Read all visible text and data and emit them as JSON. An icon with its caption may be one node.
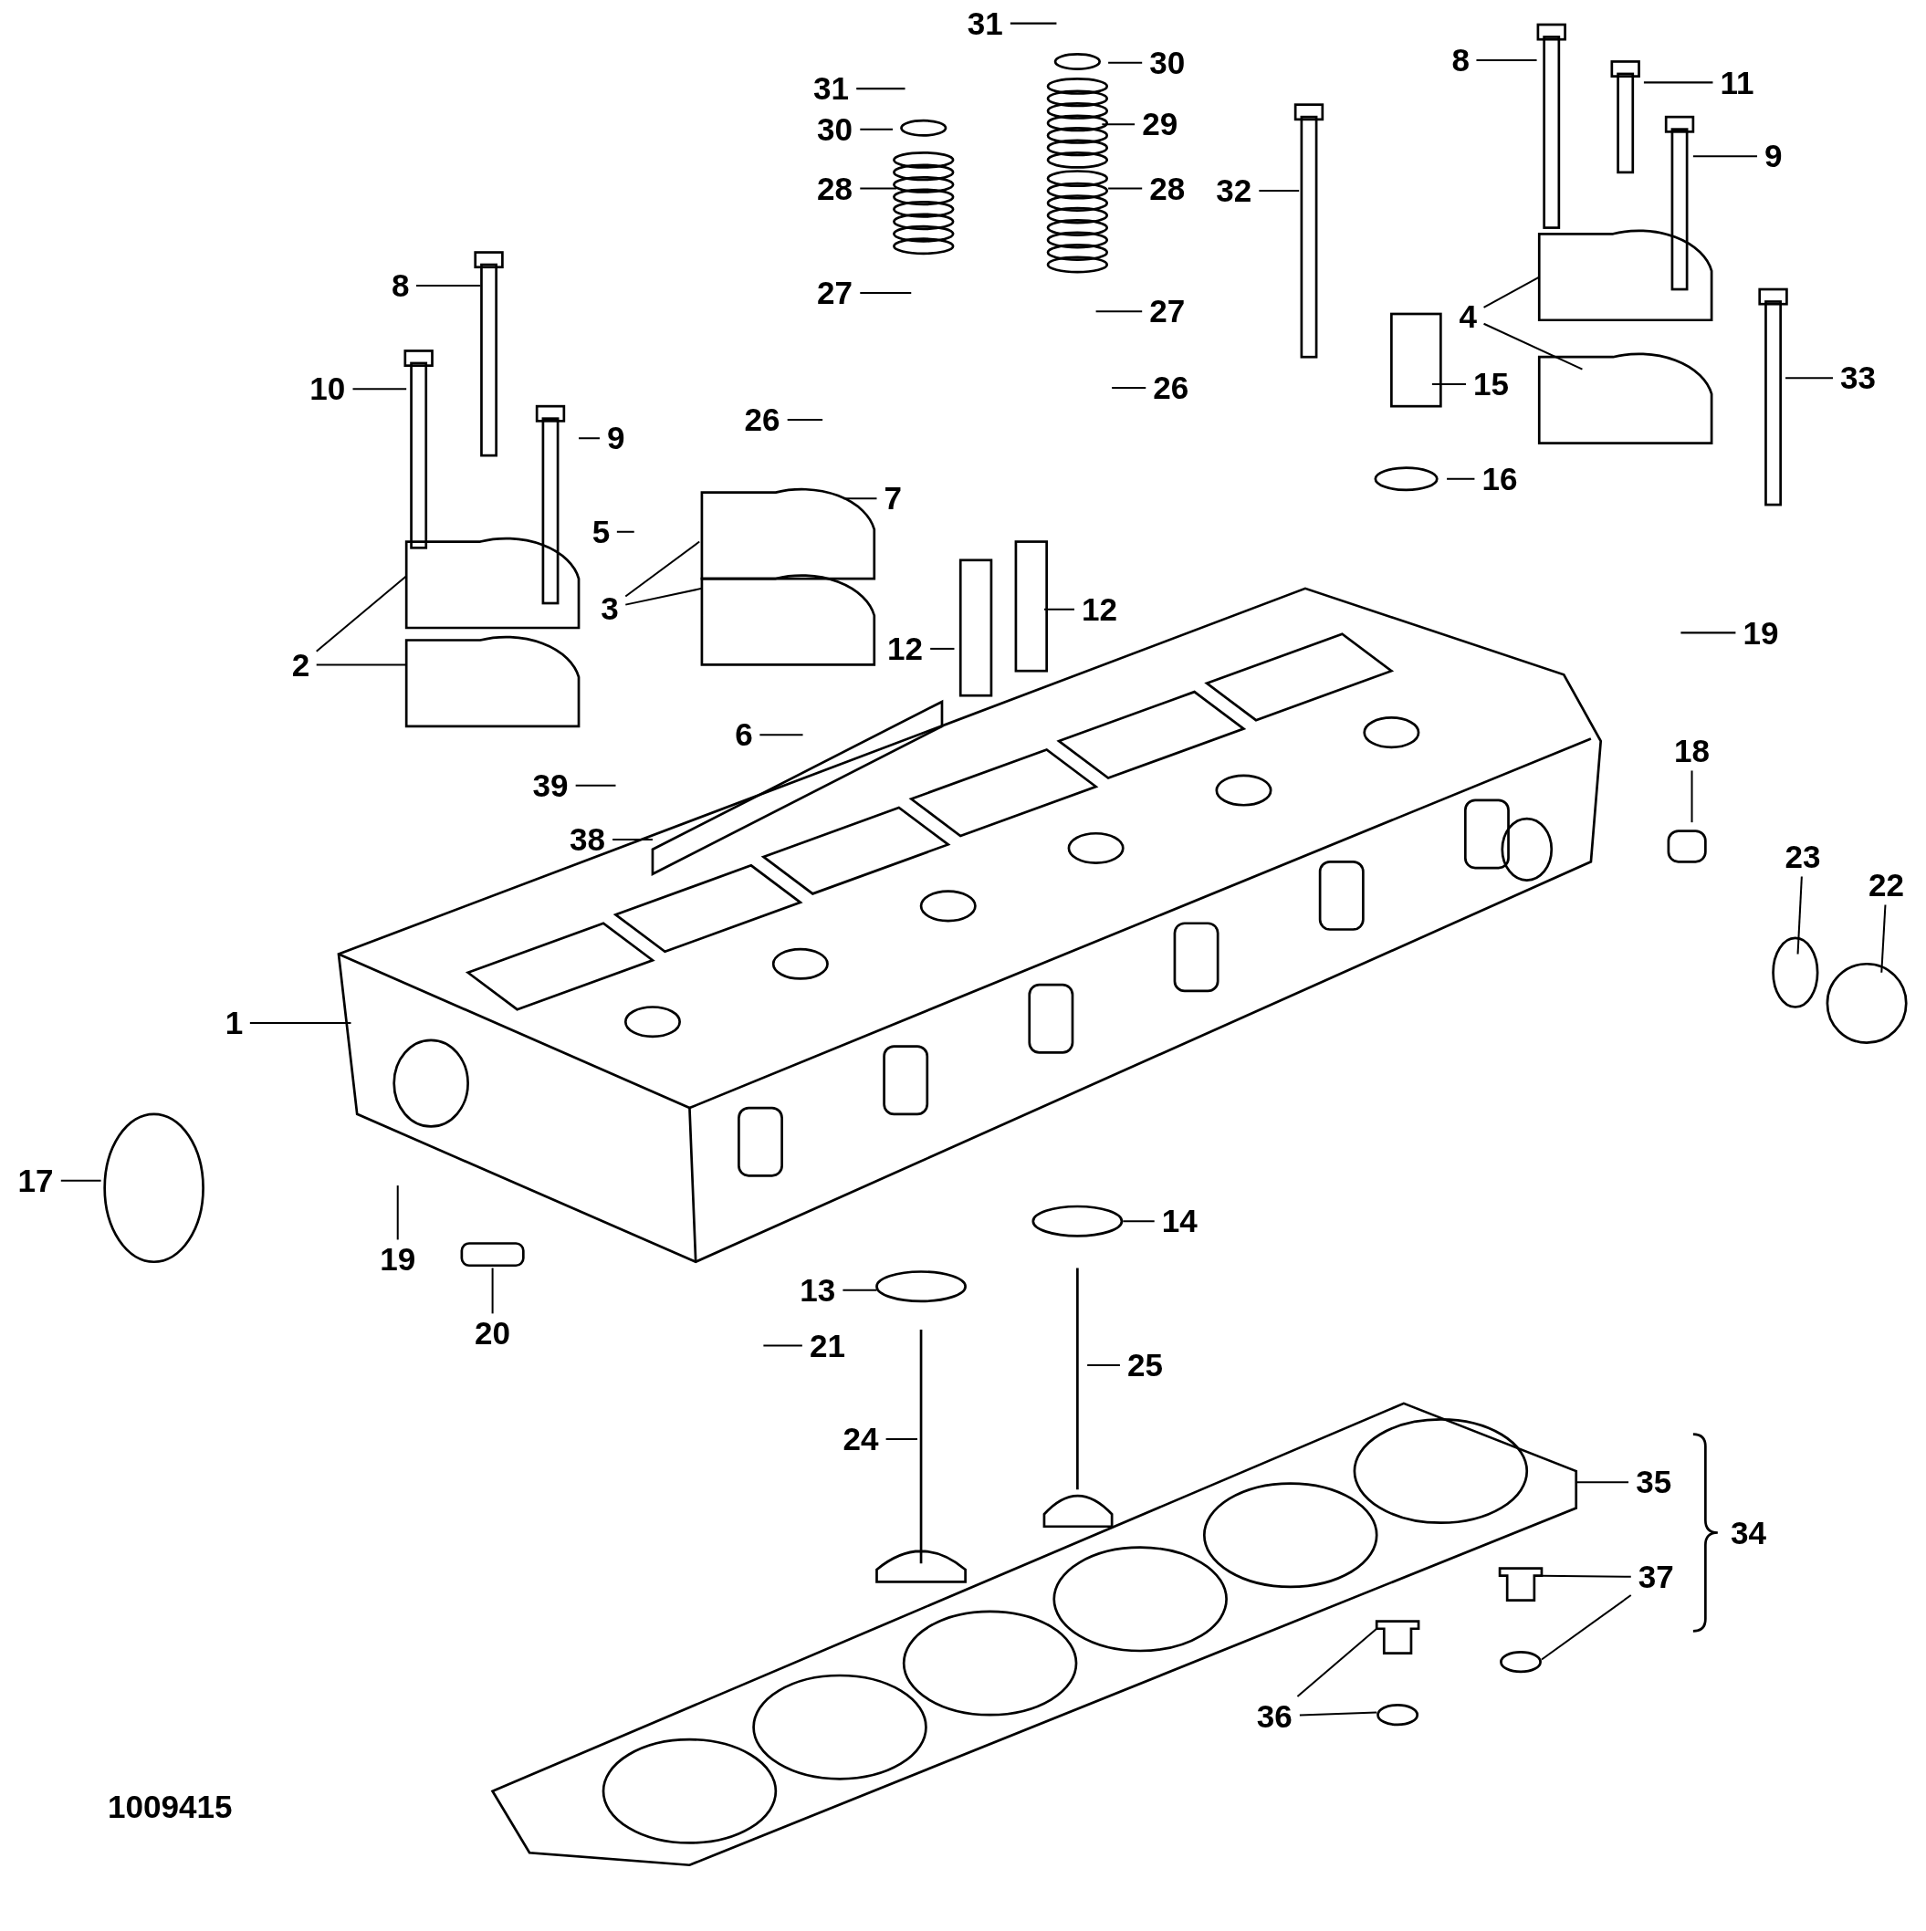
{
  "diagram": {
    "nodes": [
      {
        "text": [
          "31"
        ]
      },
      {
        "text": [
          "31"
        ]
      },
      {
        "text": [
          "30"
        ]
      },
      {
        "text": [
          "8"
        ]
      },
      {
        "text": [
          "11"
        ]
      },
      {
        "text": [
          "30"
        ]
      },
      {
        "text": [
          "29"
        ]
      },
      {
        "text": [
          "9"
        ]
      },
      {
        "text": [
          "28"
        ]
      },
      {
        "text": [
          "32"
        ]
      },
      {
        "text": [
          "28"
        ]
      },
      {
        "text": [
          "8"
        ]
      },
      {
        "text": [
          "27"
        ]
      },
      {
        "text": [
          "27"
        ]
      },
      {
        "text": [
          "4"
        ]
      },
      {
        "text": [
          "33"
        ]
      },
      {
        "text": [
          "15"
        ]
      },
      {
        "text": [
          "26"
        ]
      },
      {
        "text": [
          "10"
        ]
      },
      {
        "text": [
          "26"
        ]
      },
      {
        "text": [
          "9"
        ]
      },
      {
        "text": [
          "16"
        ]
      },
      {
        "text": [
          "7"
        ]
      },
      {
        "text": [
          "5"
        ]
      },
      {
        "text": [
          "3"
        ]
      },
      {
        "text": [
          "12"
        ]
      },
      {
        "text": [
          "19"
        ]
      },
      {
        "text": [
          "12"
        ]
      },
      {
        "text": [
          "2"
        ]
      },
      {
        "text": [
          "6"
        ]
      },
      {
        "text": [
          "18"
        ]
      },
      {
        "text": [
          "39"
        ]
      },
      {
        "text": [
          "38"
        ]
      },
      {
        "text": [
          "23"
        ]
      },
      {
        "text": [
          "22"
        ]
      },
      {
        "text": [
          "1"
        ]
      },
      {
        "text": [
          "17"
        ]
      },
      {
        "text": [
          "14"
        ]
      },
      {
        "text": [
          "19"
        ]
      },
      {
        "text": [
          "13"
        ]
      },
      {
        "text": [
          "20"
        ]
      },
      {
        "text": [
          "21"
        ]
      },
      {
        "text": [
          "25"
        ]
      },
      {
        "text": [
          "24"
        ]
      },
      {
        "text": [
          "35"
        ]
      },
      {
        "text": [
          "37"
        ]
      },
      {
        "text": [
          "36"
        ]
      },
      {
        "text": [],
        "shape": "picture"
      },
      {
        "text": [],
        "shape": "picture"
      },
      {
        "text": [],
        "shape": "circle"
      },
      {
        "text": [],
        "shape": "picture"
      },
      {
        "text": [],
        "shape": "circle"
      }
    ],
    "edges": [
      {
        "from": 0,
        "to": null,
        "arrow": "none"
      },
      {
        "from": 1,
        "to": null,
        "arrow": "none"
      },
      {
        "from": 2,
        "to": null,
        "arrow": "none"
      },
      {
        "from": 3,
        "to": null,
        "arrow": "none"
      },
      {
        "from": 4,
        "to": null,
        "arrow": "none"
      },
      {
        "from": 5,
        "to": null,
        "arrow": "none"
      },
      {
        "from": 6,
        "to": null,
        "arrow": "none"
      },
      {
        "from": 7,
        "to": null,
        "arrow": "none"
      },
      {
        "from": 8,
        "to": null,
        "arrow": "none"
      },
      {
        "from": 9,
        "to": null,
        "arrow": "none"
      },
      {
        "from": 10,
        "to": null,
        "arrow": "none"
      },
      {
        "from": 11,
        "to": null,
        "arrow": "none"
      },
      {
        "from": 12,
        "to": null,
        "arrow": "none"
      },
      {
        "from": 13,
        "to": null,
        "arrow": "none"
      },
      {
        "from": 14,
        "to": null,
        "arrow": "none"
      },
      {
        "from": 14,
        "to": null,
        "arrow": "none"
      },
      {
        "from": 15,
        "to": null,
        "arrow": "none"
      },
      {
        "from": 16,
        "to": null,
        "arrow": "none"
      },
      {
        "from": 17,
        "to": null,
        "arrow": "none"
      },
      {
        "from": 18,
        "to": null,
        "arrow": "none"
      },
      {
        "from": 19,
        "to": null,
        "arrow": "none"
      },
      {
        "from": 20,
        "to": null,
        "arrow": "none"
      },
      {
        "from": 21,
        "to": null,
        "arrow": "none"
      },
      {
        "from": 22,
        "to": null,
        "arrow": "none"
      },
      {
        "from": 23,
        "to": null,
        "arrow": "none"
      },
      {
        "from": 24,
        "to": null,
        "arrow": "none"
      },
      {
        "from": 24,
        "to": null,
        "arrow": "none"
      },
      {
        "from": 25,
        "to": null,
        "arrow": "none"
      },
      {
        "from": 26,
        "to": null,
        "arrow": "none"
      },
      {
        "from": 27,
        "to": null,
        "arrow": "none"
      },
      {
        "from": 28,
        "to": null,
        "arrow": "none"
      },
      {
        "from": 28,
        "to": null,
        "arrow": "none"
      },
      {
        "from": 29,
        "to": null,
        "arrow": "none"
      },
      {
        "from": 30,
        "to": null,
        "arrow": "none"
      },
      {
        "from": 31,
        "to": null,
        "arrow": "none"
      },
      {
        "from": 32,
        "to": null,
        "arrow": "none"
      },
      {
        "from": 33,
        "to": null,
        "arrow": "none"
      },
      {
        "from": 34,
        "to": null,
        "arrow": "none"
      },
      {
        "from": 35,
        "to": null,
        "arrow": "none"
      },
      {
        "from": 36,
        "to": null,
        "arrow": "none"
      },
      {
        "from": 37,
        "to": null,
        "arrow": "none"
      },
      {
        "from": 38,
        "to": null,
        "arrow": "none"
      },
      {
        "from": 39,
        "to": null,
        "arrow": "none"
      },
      {
        "from": 40,
        "to": null,
        "arrow": "none"
      },
      {
        "from": 41,
        "to": null,
        "arrow": "none"
      },
      {
        "from": 42,
        "to": null,
        "arrow": "none"
      },
      {
        "from": 43,
        "to": null,
        "arrow": "none"
      },
      {
        "from": 44,
        "to": 47,
        "arrow": "none"
      },
      {
        "from": 45,
        "to": 48,
        "arrow": "none"
      },
      {
        "from": 45,
        "to": 49,
        "arrow": "none"
      },
      {
        "from": 46,
        "to": 50,
        "arrow": "none"
      },
      {
        "from": 46,
        "to": 51,
        "arrow": "none"
      }
    ],
    "labels": [
      "34",
      "1009415"
    ]
  }
}
